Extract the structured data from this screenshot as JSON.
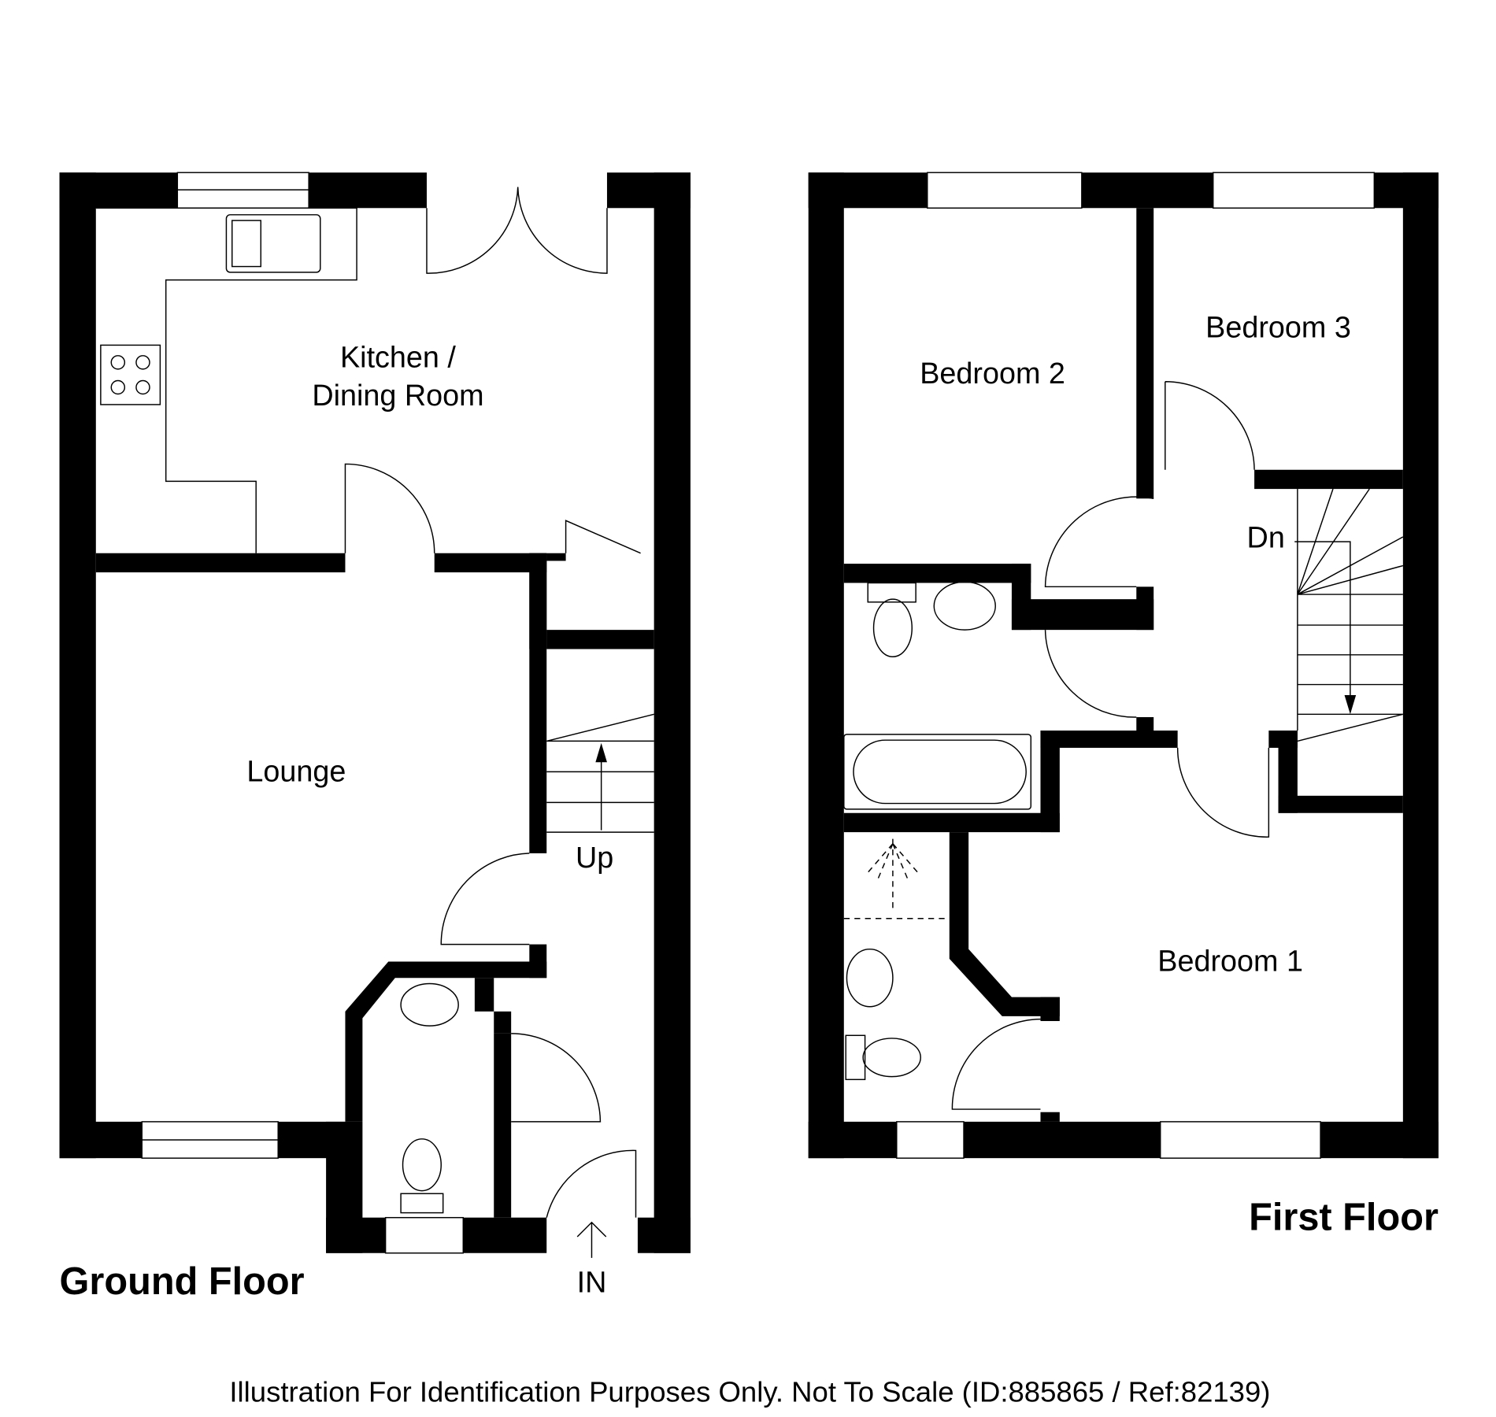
{
  "ground_floor": {
    "title": "Ground Floor",
    "rooms": {
      "kitchen_line1": "Kitchen /",
      "kitchen_line2": "Dining Room",
      "lounge": "Lounge"
    },
    "stairs_label": "Up",
    "entrance_label": "IN"
  },
  "first_floor": {
    "title": "First Floor",
    "rooms": {
      "bedroom1": "Bedroom 1",
      "bedroom2": "Bedroom 2",
      "bedroom3": "Bedroom 3"
    },
    "stairs_label": "Dn"
  },
  "footer": {
    "disclaimer": "Illustration For Identification Purposes Only. Not To Scale (ID:885865 / Ref:82139)"
  }
}
